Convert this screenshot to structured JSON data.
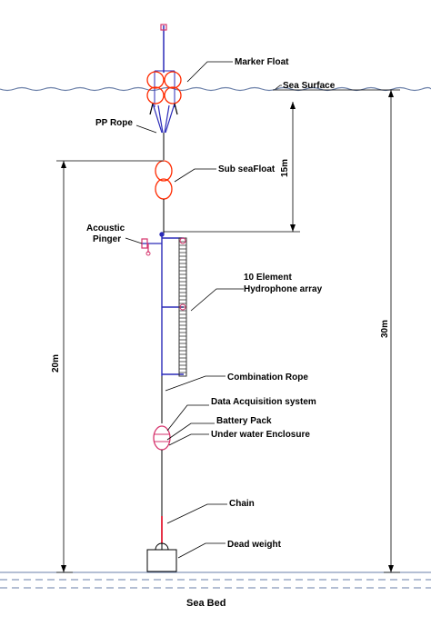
{
  "labels": {
    "marker_float": "Marker Float",
    "sea_surface": "Sea Surface",
    "pp_rope": "PP Rope",
    "sub_sea_float": "Sub seaFloat",
    "acoustic_line1": "Acoustic",
    "acoustic_line2": "Pinger",
    "hydrophone_line1": "10 Element",
    "hydrophone_line2": "Hydrophone array",
    "combination_rope": "Combination Rope",
    "data_acquisition": "Data Acquisition system",
    "battery_pack": "Battery Pack",
    "underwater_enclosure": "Under water Enclosure",
    "chain": "Chain",
    "dead_weight": "Dead weight",
    "sea_bed": "Sea Bed"
  },
  "dimensions": {
    "d15": "15m",
    "d20": "20m",
    "d30": "30m"
  },
  "colors": {
    "float": "#ff2a00",
    "rope": "#2b2bb8",
    "pinger": "#d6336c",
    "chain": "#e0001a",
    "line": "#000000",
    "water": "#6a7fa8"
  }
}
